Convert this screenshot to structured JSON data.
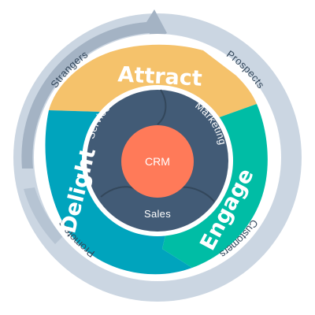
{
  "outer_ring": {
    "strangers": "Strangers",
    "prospects": "Prospects",
    "customers": "Customers",
    "promoters": "Promoters"
  },
  "stages": {
    "attract": "Attract",
    "engage": "Engage",
    "delight": "Delight"
  },
  "hub_ring": {
    "service": "Service",
    "marketing": "Marketing",
    "sales": "Sales"
  },
  "center": {
    "label": "CRM"
  },
  "colors": {
    "outer_ring": "#cbd6e2",
    "outer_arrow": "#a4b3c4",
    "attract": "#f5c26b",
    "engage": "#00bda5",
    "delight": "#00a4bd",
    "hub": "#425b76",
    "crm": "#ff7a59",
    "text_dark": "#33475b"
  }
}
